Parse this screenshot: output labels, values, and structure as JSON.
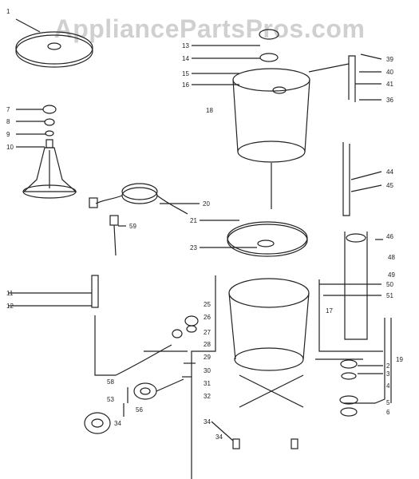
{
  "watermark": "AppliancePartsPros.com",
  "colors": {
    "ink": "#222222",
    "paper": "#ffffff"
  },
  "labels": {
    "l1": "1",
    "l2": "2",
    "l3": "3",
    "l4": "4",
    "l5": "5",
    "l6": "6",
    "l7": "7",
    "l8": "8",
    "l9": "9",
    "l10": "10",
    "l11": "11",
    "l12": "12",
    "l13": "13",
    "l14": "14",
    "l15": "15",
    "l16": "16",
    "l17": "17",
    "l18": "18",
    "l19": "19",
    "l20": "20",
    "l21": "21",
    "l23": "23",
    "l25": "25",
    "l26": "26",
    "l27": "27",
    "l28": "28",
    "l29": "29",
    "l30": "30",
    "l31": "31",
    "l32": "32",
    "l34a": "34",
    "l34b": "34",
    "l34c": "34",
    "l36": "36",
    "l39": "39",
    "l40": "40",
    "l41": "41",
    "l44": "44",
    "l45": "45",
    "l46": "46",
    "l48": "48",
    "l49": "49",
    "l50": "50",
    "l51": "51",
    "l53": "53",
    "l56": "56",
    "l58": "58",
    "l59": "59"
  }
}
